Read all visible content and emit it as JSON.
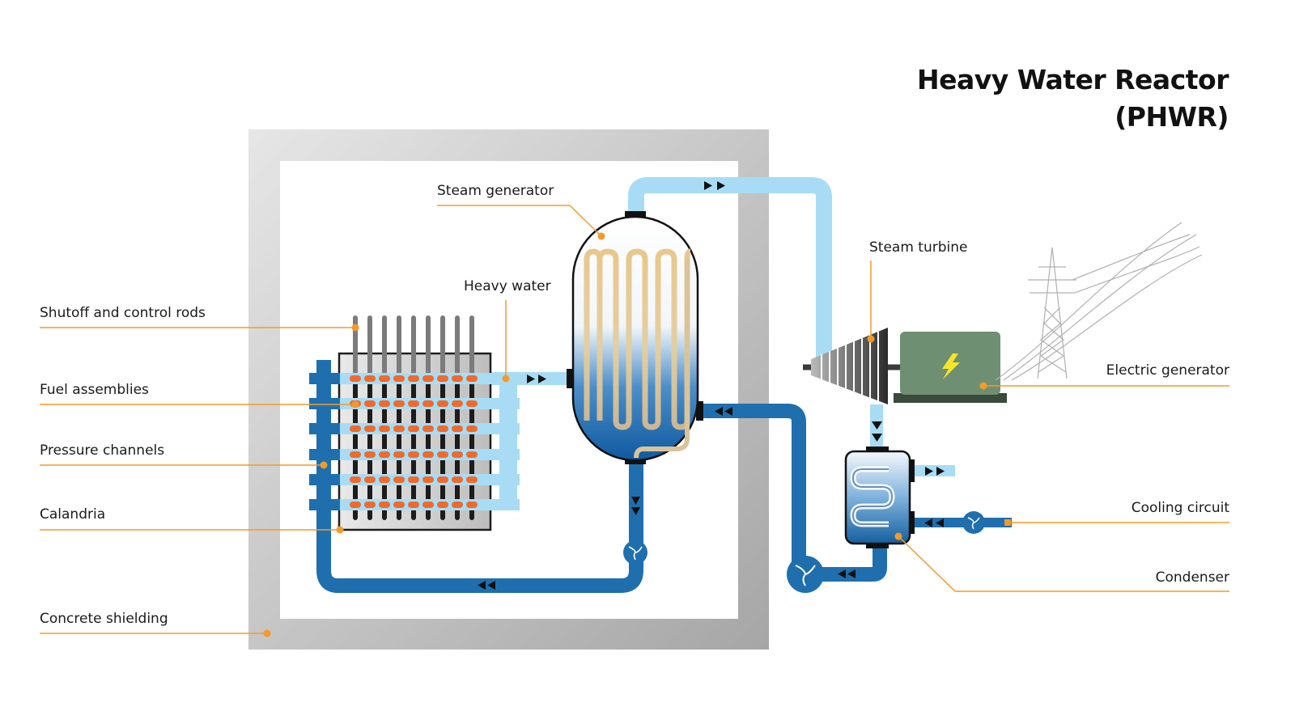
{
  "title": {
    "line1": "Heavy Water Reactor",
    "line2": "(PHWR)"
  },
  "labels": {
    "shutoff_rods": "Shutoff and control rods",
    "fuel_assemblies": "Fuel assemblies",
    "pressure_channels": "Pressure channels",
    "calandria": "Calandria",
    "concrete_shielding": "Concrete shielding",
    "steam_generator": "Steam generator",
    "heavy_water": "Heavy water",
    "steam_turbine": "Steam turbine",
    "electric_generator": "Electric generator",
    "cooling_circuit": "Cooling circuit",
    "condenser": "Condenser"
  },
  "colors": {
    "callout": "#f39a2b",
    "hot_pipe": "#a8dcf5",
    "cold_pipe": "#1f6fae",
    "fuel": "#ef6a2c",
    "shielding": "#c4c4c4",
    "generator": "#6f8f72",
    "bolt": "#f7e52b"
  },
  "icons": {
    "pump": "pump-icon",
    "bolt": "lightning-bolt-icon",
    "pylon": "power-pylon-icon",
    "flow": "flow-arrow-icon"
  }
}
